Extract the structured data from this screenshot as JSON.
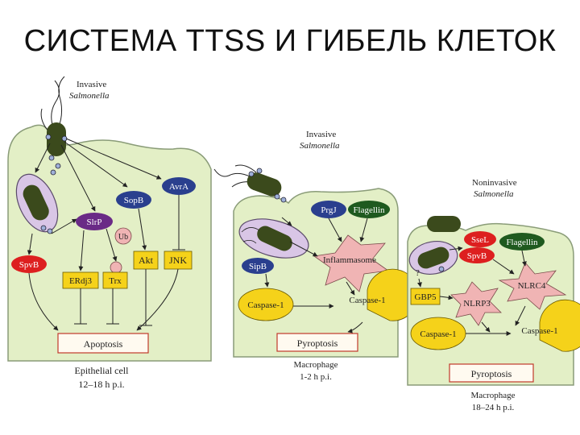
{
  "title": "СИСТЕМА TTSS И ГИБЕЛЬ КЛЕТОК",
  "panels": {
    "epithelial": {
      "invasive": "Invasive",
      "salmonella": "Salmonella",
      "nodes": {
        "avra": "AvrA",
        "sopb": "SopB",
        "slrp": "SlrP",
        "ub": "Ub",
        "spvb": "SpvB",
        "akt": "Akt",
        "jnk": "JNK",
        "erdj3": "ERdj3",
        "trx": "Trx"
      },
      "outcome": "Apoptosis",
      "cell_label": "Epithelial cell",
      "time": "12–18 h p.i."
    },
    "macrophage1": {
      "invasive": "Invasive",
      "salmonella": "Salmonella",
      "nodes": {
        "prgj": "PrgJ",
        "flagellin": "Flagellin",
        "sipb": "SipB",
        "inflammasome": "Inflammasome",
        "caspase_left": "Caspase-1",
        "caspase_right": "Caspase-1"
      },
      "outcome": "Pyroptosis",
      "cell_label": "Macrophage",
      "time": "1-2 h p.i."
    },
    "macrophage2": {
      "noninvasive": "Noninvasive",
      "salmonella": "Salmonella",
      "nodes": {
        "ssel": "SseL",
        "spvb": "SpvB",
        "flagellin": "Flagellin",
        "question": "?",
        "gbp5": "GBP5",
        "nlrp3": "NLRP3",
        "nlrc4": "NLRC4",
        "caspase_left": "Caspase-1",
        "caspase_right": "Caspase-1"
      },
      "outcome": "Pyroptosis",
      "cell_label": "Macrophage",
      "time": "18–24 h p.i."
    }
  },
  "colors": {
    "cell_fill": "#e3efc6",
    "cell_stroke": "#8a9c78",
    "bacterium": "#3b4a1c",
    "vacuole": "#d9c6e6",
    "purple_node": "#6a2a86",
    "blue_node": "#2a3f8e",
    "red_node": "#dd1f1f",
    "green_node": "#1f5a1f",
    "yellow_node": "#f5d21a",
    "pink_node": "#f0b4b4",
    "outcome_border": "#c0392b"
  }
}
